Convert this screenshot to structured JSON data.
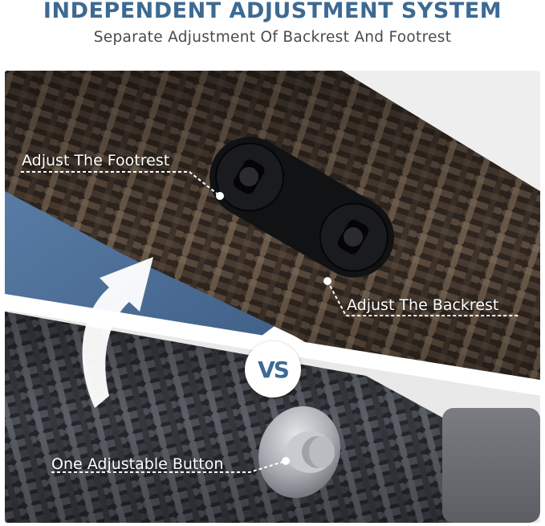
{
  "header": {
    "title": "INDEPENDENT ADJUSTMENT SYSTEM",
    "subtitle": "Separate Adjustment Of Backrest And Footrest"
  },
  "callouts": {
    "footrest": "Adjust The Footrest",
    "backrest": "Adjust The Backrest",
    "single_button": "One Adjustable Button"
  },
  "badge": {
    "text": "VS"
  },
  "colors": {
    "title": "#3d6a92",
    "wicker_brown": "#4a3d33",
    "wicker_grey": "#3b3d42",
    "cushion_blue": "#4d6f98",
    "cushion_grey": "#6e7076"
  },
  "icons": {
    "arrow": "curved-arrow-up-icon",
    "dual_knob_plate": "dual-knob-plate-icon",
    "single_button": "metal-button-icon"
  }
}
